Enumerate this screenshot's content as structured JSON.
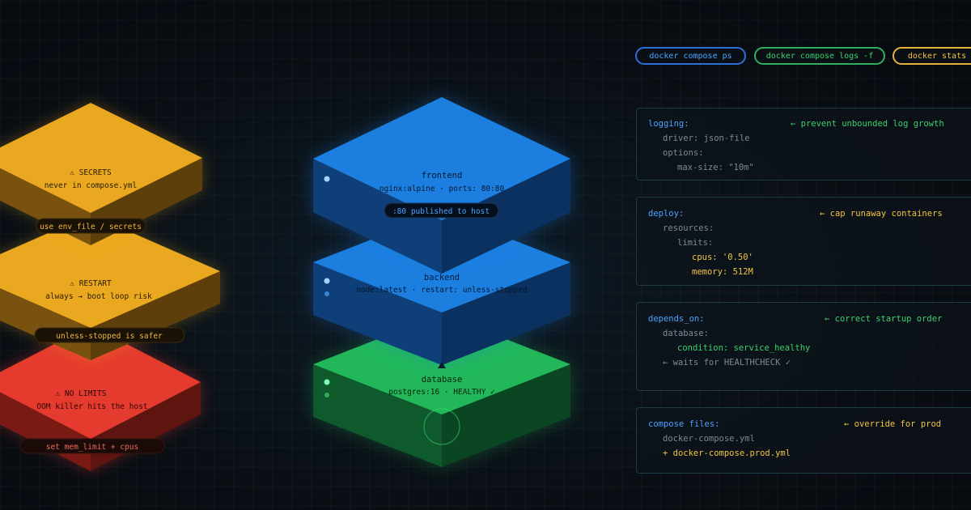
{
  "colors": {
    "blue": "#1c7fe0",
    "green": "#22b85a",
    "amber": "#e9a81f",
    "red": "#e53a2e",
    "accent_blue": "#4aa3ff",
    "accent_green": "#3bd16f",
    "accent_yellow": "#f5c542"
  },
  "warnings": [
    {
      "title": "⚠ SECRETS",
      "desc": "never in compose.yml",
      "tag": "use env_file / secrets"
    },
    {
      "title": "⚠ RESTART",
      "desc": "always → boot loop risk",
      "tag": "unless-stopped is safer"
    },
    {
      "title": "⚠ NO LIMITS",
      "desc": "OOM killer hits the host",
      "tag": "set mem_limit + cpus"
    }
  ],
  "services": [
    {
      "name": "frontend",
      "desc": "nginx:alpine · ports: 80:80",
      "tag": ":80 published to host"
    },
    {
      "name": "backend",
      "desc": "node:latest · restart: unless-stopped"
    },
    {
      "name": "database",
      "desc": "postgres:16 · HEALTHY ✓"
    }
  ],
  "commands": [
    "docker compose ps",
    "docker compose logs -f",
    "docker stats"
  ],
  "cards": [
    {
      "key": "logging:",
      "comment": "← prevent unbounded log growth",
      "lines": [
        "driver: json-file",
        "options:",
        "max-size: \"10m\""
      ]
    },
    {
      "key": "deploy:",
      "comment": "← cap runaway containers",
      "lines": [
        "resources:",
        "limits:",
        "cpus: '0.50'",
        "memory: 512M"
      ]
    },
    {
      "key": "depends_on:",
      "comment": "← correct startup order",
      "lines": [
        "database:",
        "condition: service_healthy",
        "← waits for HEALTHCHECK ✓"
      ]
    },
    {
      "key": "compose files:",
      "comment": "← override for prod",
      "lines": [
        "docker-compose.yml",
        "+ docker-compose.prod.yml"
      ]
    }
  ]
}
